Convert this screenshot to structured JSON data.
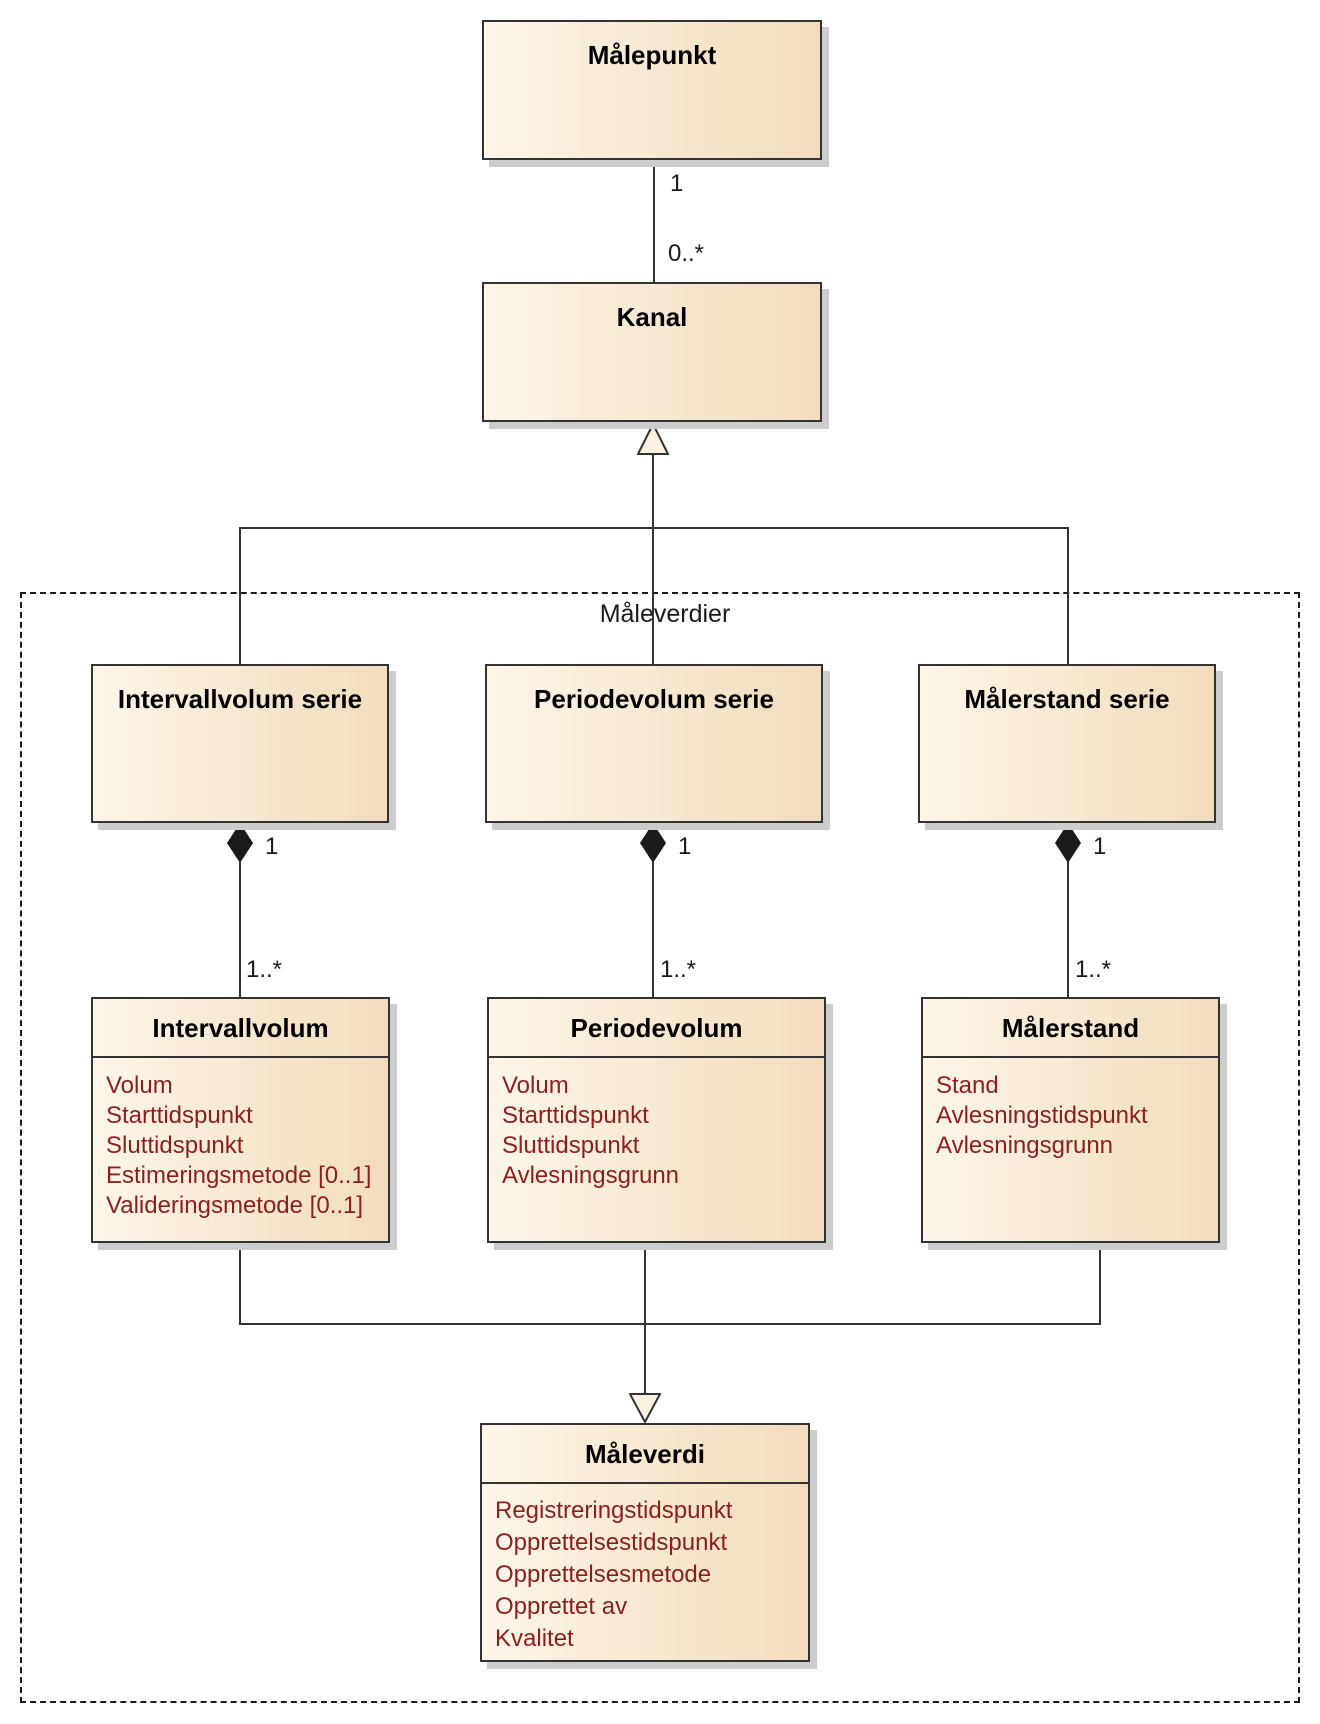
{
  "diagram": {
    "package": {
      "label": "Måleverdier"
    },
    "classes": {
      "malepunkt": {
        "name": "Målepunkt",
        "attributes": []
      },
      "kanal": {
        "name": "Kanal",
        "attributes": []
      },
      "intervallvolum_serie": {
        "name": "Intervallvolum serie",
        "attributes": []
      },
      "periodevolum_serie": {
        "name": "Periodevolum serie",
        "attributes": []
      },
      "malerstand_serie": {
        "name": "Målerstand serie",
        "attributes": []
      },
      "intervallvolum": {
        "name": "Intervallvolum",
        "attributes": [
          "Volum",
          "Starttidspunkt",
          "Sluttidspunkt",
          "Estimeringsmetode [0..1]",
          "Valideringsmetode [0..1]"
        ]
      },
      "periodevolum": {
        "name": "Periodevolum",
        "attributes": [
          "Volum",
          "Starttidspunkt",
          "Sluttidspunkt",
          "Avlesningsgrunn"
        ]
      },
      "malerstand": {
        "name": "Målerstand",
        "attributes": [
          "Stand",
          "Avlesningstidspunkt",
          "Avlesningsgrunn"
        ]
      },
      "maleverdi": {
        "name": "Måleverdi",
        "attributes": [
          "Registreringstidspunkt",
          "Opprettelsestidspunkt",
          "Opprettelsesmetode",
          "Opprettet av",
          "Kvalitet"
        ]
      }
    },
    "multiplicities": {
      "malepunkt_kanal": {
        "source": "1",
        "target": "0..*"
      },
      "intervallvolum_serie": {
        "source": "1",
        "target": "1..*"
      },
      "periodevolum_serie": {
        "source": "1",
        "target": "1..*"
      },
      "malerstand_serie": {
        "source": "1",
        "target": "1..*"
      }
    },
    "colors": {
      "box_fill_light": "#fdf6e8",
      "box_fill_dark": "#f2dcbc",
      "box_border": "#333333",
      "line": "#333333",
      "shadow": "#cccccc",
      "attribute_text": "#8b1e1e",
      "arrow_fill": "#fbf2e1"
    }
  }
}
